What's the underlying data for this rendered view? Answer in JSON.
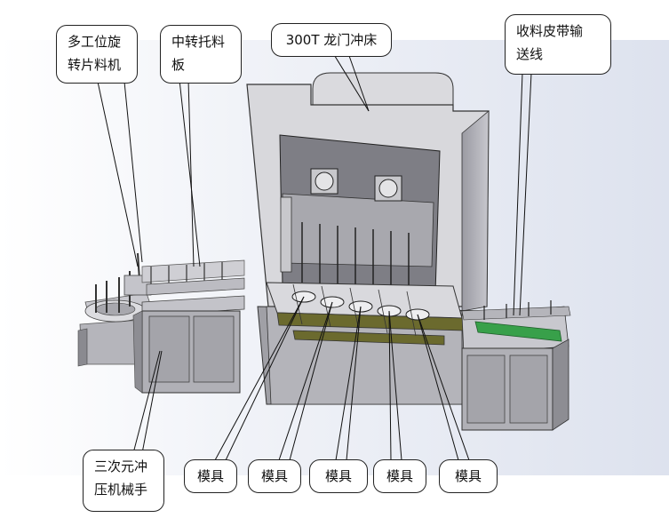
{
  "labels": {
    "rotary_loader": "多工位旋\n转片料机",
    "transfer_plate": "中转托料\n板",
    "press": "300T 龙门冲床",
    "conveyor": "收料皮带输\n送线",
    "robot": "三次元冲\n压机械手",
    "die_1": "模具",
    "die_2": "模具",
    "die_3": "模具",
    "die_4": "模具",
    "die_5": "模具"
  },
  "colors": {
    "frame_fill": "#d4d4d8",
    "frame_dark": "#8f8f96",
    "cabinet": "#b4b4ba",
    "rail_olive": "#6b6a2e",
    "conveyor_green": "#38a04a",
    "bg_gradient": "#e4e8f2"
  }
}
